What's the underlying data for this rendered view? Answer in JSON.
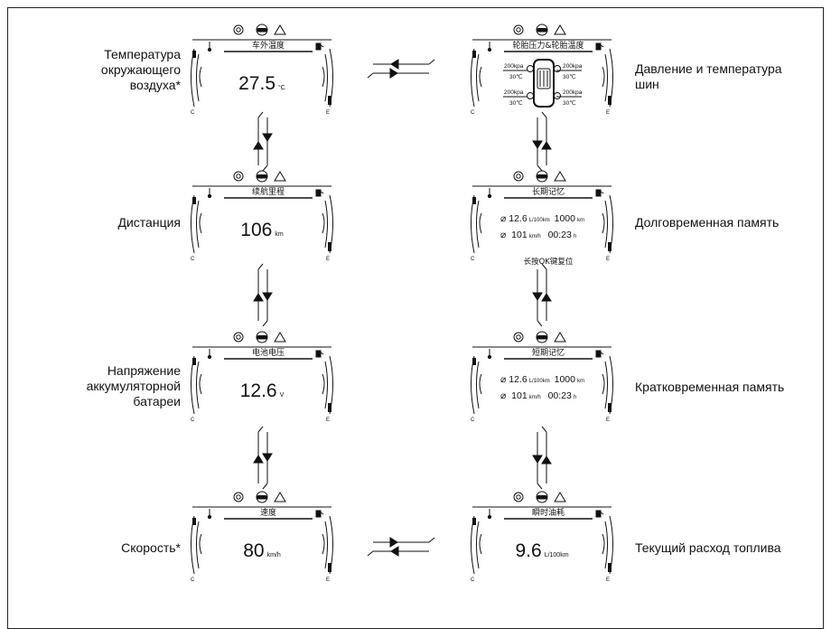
{
  "labels": {
    "ambient": "Температура\nокружающего\nвоздуха*",
    "range": "Дистанция",
    "battery": "Напряжение\nаккумуляторной\nбатареи",
    "speed": "Скорость*",
    "tire": "Давление и температура\nшин",
    "long_mem": "Долговременная память",
    "short_mem": "Кратковременная память",
    "fuel": "Текущий расход топлива"
  },
  "screens": {
    "ambient": {
      "title": "车外温度",
      "value": "27.5",
      "unit": "°C"
    },
    "range": {
      "title": "续航里程",
      "value": "106",
      "unit": "km"
    },
    "battery": {
      "title": "电池电压",
      "value": "12.6",
      "unit": "V"
    },
    "speed": {
      "title": "速度",
      "value": "80",
      "unit": "km/h"
    },
    "fuel": {
      "title": "瞬时油耗",
      "value": "9.6",
      "unit": "L/100km"
    },
    "tire": {
      "title": "轮胎压力&轮胎温度",
      "fl_p": "200kpa",
      "fl_t": "30℃",
      "fr_p": "200kpa",
      "fr_t": "30℃",
      "rl_p": "200kpa",
      "rl_t": "30℃",
      "rr_p": "200kpa",
      "rr_t": "30℃"
    },
    "long_mem": {
      "title": "长期记忆",
      "cons": "12.6",
      "cons_unit": "L/100km",
      "dist": "1000",
      "dist_unit": "km",
      "speed": "101",
      "speed_unit": "km/h",
      "time": "00:23",
      "time_unit": "h",
      "footer": "长按OK键复位"
    },
    "short_mem": {
      "title": "短期记忆",
      "cons": "12.6",
      "cons_unit": "L/100km",
      "dist": "1000",
      "dist_unit": "km",
      "speed": "101",
      "speed_unit": "km/h",
      "time": "00:23",
      "time_unit": "h"
    }
  },
  "gauge": {
    "cold": "C",
    "empty": "E"
  },
  "avg_symbol": "⌀"
}
